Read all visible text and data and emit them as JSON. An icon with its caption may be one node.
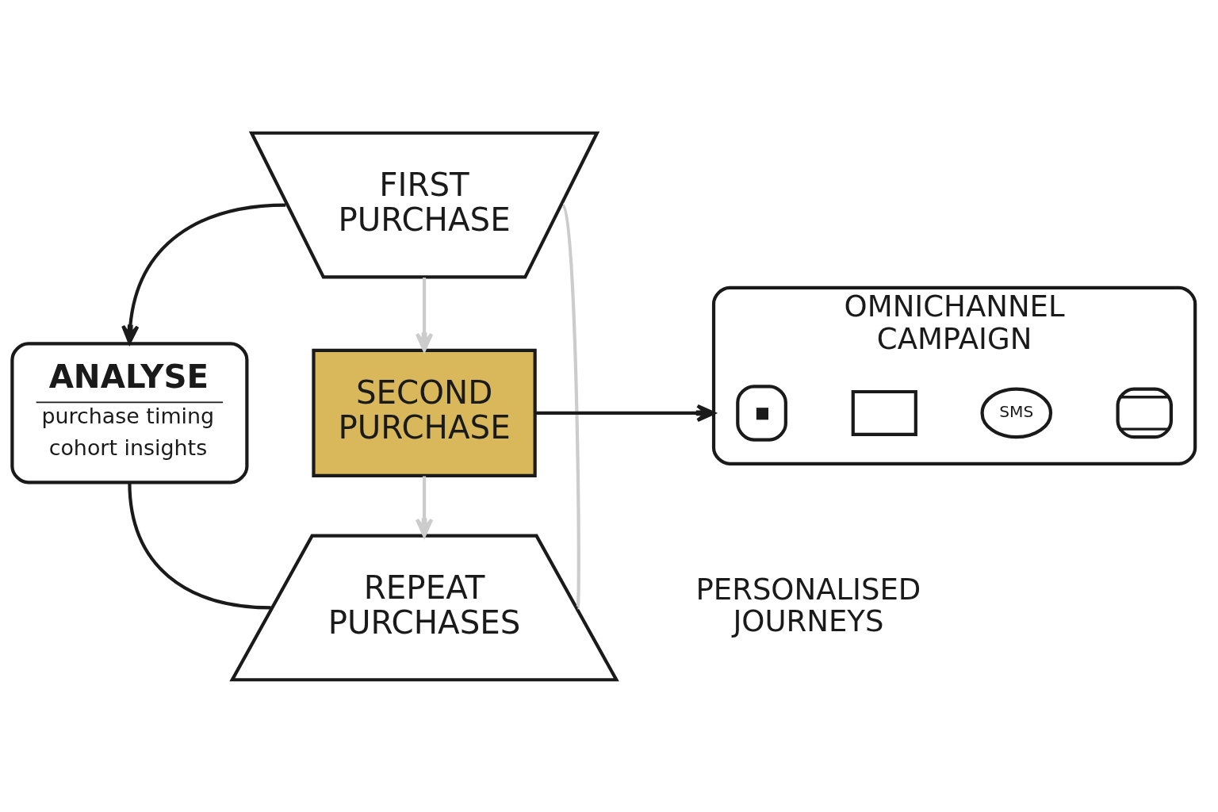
{
  "diagram": {
    "nodes": [
      {
        "text": [
          "FIRST PURCHASE"
        ]
      },
      {
        "text": [
          "ANALYSE",
          "purchase timing",
          "cohort insights"
        ]
      },
      {
        "text": [
          "SECOND PURCHASE"
        ]
      },
      {
        "text": [
          "OMNICHANNEL CAMPAIGN"
        ]
      },
      {
        "text": [],
        "shape": "box",
        "in": 3
      },
      {
        "text": [],
        "shape": "envelope",
        "in": 3
      },
      {
        "text": [
          "SMS"
        ],
        "in": 3
      },
      {
        "text": [],
        "shape": "box",
        "in": 3
      },
      {
        "text": [
          "REPEAT PURCHASES"
        ]
      }
    ],
    "edges": [
      {
        "from": 0,
        "to": 1,
        "arrow": "to"
      },
      {
        "from": 0,
        "to": 2,
        "arrow": "to",
        "color": "#cccccc"
      },
      {
        "from": 2,
        "to": 3,
        "arrow": "to"
      },
      {
        "from": 2,
        "to": 8,
        "arrow": "to",
        "color": "#cccccc"
      },
      {
        "from": 1,
        "to": 8,
        "arrow": "none"
      },
      {
        "from": 0,
        "to": 8,
        "arrow": "none",
        "color": "#cccccc"
      }
    ],
    "labels": [
      "PERSONALISED JOURNEYS"
    ]
  }
}
